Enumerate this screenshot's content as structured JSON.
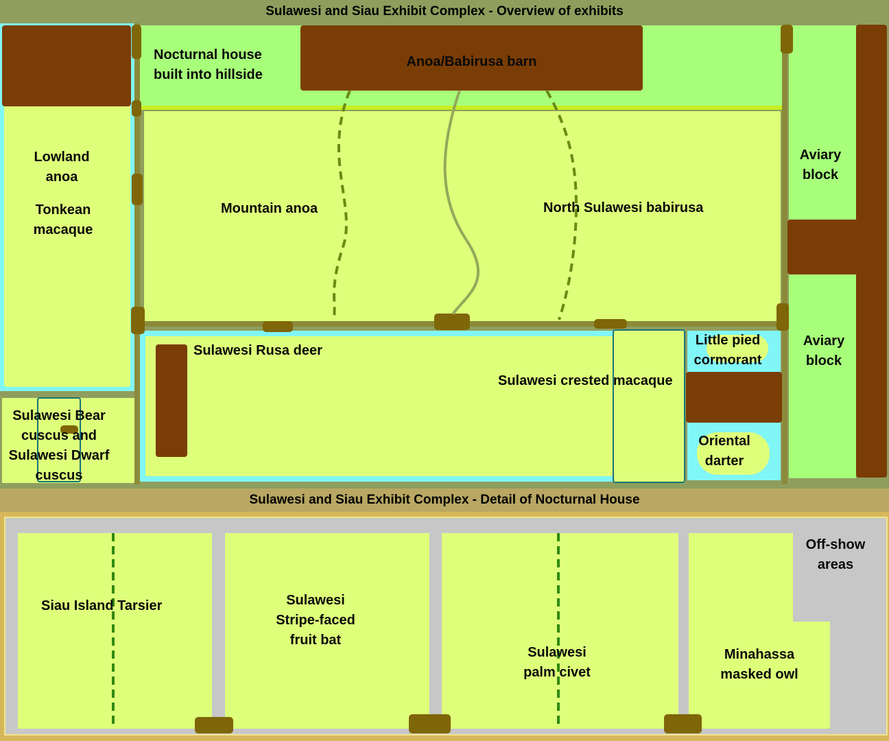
{
  "overview": {
    "title": "Sulawesi and Siau Exhibit  Complex - Overview of exhibits",
    "labels": {
      "nocturnal_house": "Nocturnal house\nbuilt into hillside",
      "barn": "Anoa/Babirusa barn",
      "lowland_anoa": "Lowland\nanoa",
      "tonkean_macaque": "Tonkean\nmacaque",
      "mountain_anoa": "Mountain anoa",
      "babirusa": "North Sulawesi babirusa",
      "aviary_top": "Aviary\nblock",
      "aviary_bottom": "Aviary\nblock",
      "rusa_deer": "Sulawesi Rusa deer",
      "crested_macaque": "Sulawesi crested macaque",
      "cormorant": "Little pied\ncormorant",
      "darter": "Oriental\ndarter",
      "cuscus": "Sulawesi Bear\ncuscus and\nSulawesi Dwarf\ncuscus"
    }
  },
  "nocturnal": {
    "title": "Sulawesi and Siau Exhibit Complex - Detail of Nocturnal House",
    "labels": {
      "tarsier": "Siau Island Tarsier",
      "fruit_bat": "Sulawesi\nStripe-faced\nfruit bat",
      "palm_civet": "Sulawesi\npalm civet",
      "masked_owl": "Minahassa\nmasked owl",
      "off_show": "Off-show\nareas"
    }
  },
  "colors": {
    "enclosure": "#deff7a",
    "water": "#80f6f6",
    "building": "#7a3d05",
    "gate": "#7f6608",
    "aviary": "#a7ff7a",
    "offshow": "#c7c7c7"
  }
}
